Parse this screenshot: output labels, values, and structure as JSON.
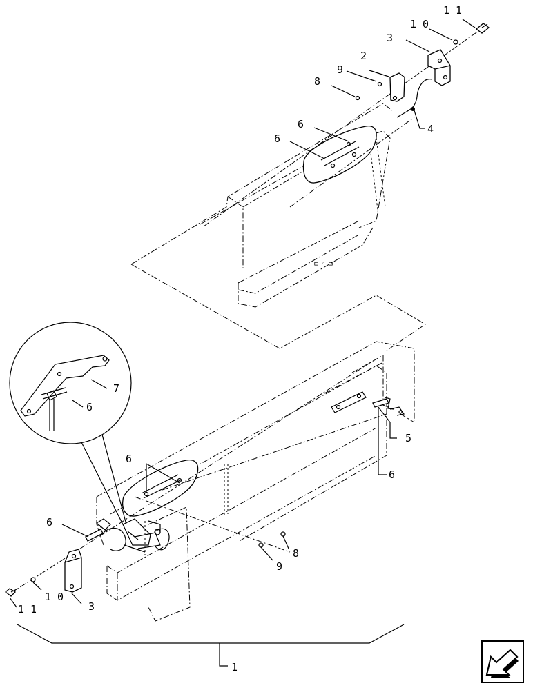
{
  "callouts": [
    {
      "id": "c11-top",
      "text": "1 1"
    },
    {
      "id": "c10-top",
      "text": "1 0"
    },
    {
      "id": "c3-top",
      "text": "3"
    },
    {
      "id": "c2-top",
      "text": "2"
    },
    {
      "id": "c9-top",
      "text": "9"
    },
    {
      "id": "c8-top",
      "text": "8"
    },
    {
      "id": "c4-top",
      "text": "4"
    },
    {
      "id": "c6-top-a",
      "text": "6"
    },
    {
      "id": "c6-top-b",
      "text": "6"
    },
    {
      "id": "c7-detail",
      "text": "7"
    },
    {
      "id": "c6-detail",
      "text": "6"
    },
    {
      "id": "c5-right",
      "text": "5"
    },
    {
      "id": "c6-right",
      "text": "6"
    },
    {
      "id": "c6-mid",
      "text": "6"
    },
    {
      "id": "c6-left",
      "text": "6"
    },
    {
      "id": "c8-bottom",
      "text": "8"
    },
    {
      "id": "c9-bottom",
      "text": "9"
    },
    {
      "id": "c3-bottom",
      "text": "3"
    },
    {
      "id": "c10-bottom",
      "text": "1 0"
    },
    {
      "id": "c11-bottom",
      "text": "1 1"
    },
    {
      "id": "c1-assembly",
      "text": "1"
    }
  ],
  "icons": {
    "nav": "back-arrow-icon"
  },
  "colors": {
    "ink": "#000000",
    "paper": "#ffffff"
  }
}
